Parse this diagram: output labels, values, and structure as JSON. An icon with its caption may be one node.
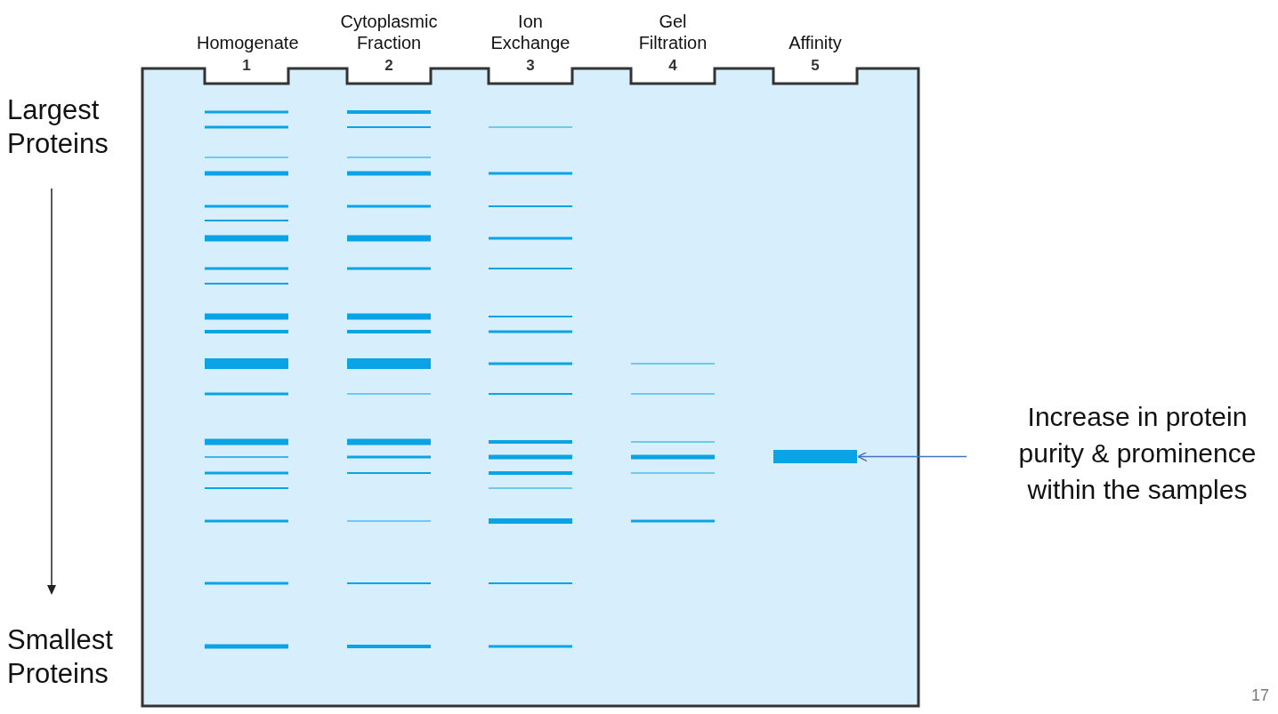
{
  "diagram": {
    "nodes": [
      {
        "text": [
          "Increase in protein purity & prominence within the samples"
        ]
      },
      {
        "text": [],
        "shape": "bar"
      }
    ],
    "edges": [
      {
        "from": 0,
        "to": 1,
        "arrow": "to"
      }
    ],
    "labels": [
      "Homogenate",
      "1",
      "Cytoplasmic Fraction",
      "2",
      "Ion Exchange",
      "3",
      "Gel Filtration",
      "4",
      "Affinity",
      "5",
      "Largest Proteins",
      "Smallest Proteins",
      "17"
    ]
  }
}
